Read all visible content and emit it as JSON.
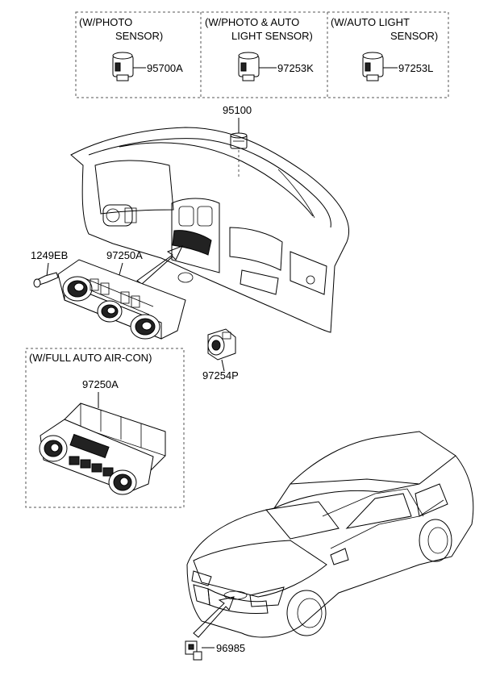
{
  "sensor_options": [
    {
      "condition_line1": "(W/PHOTO",
      "condition_line2": "SENSOR)",
      "part_no": "95700A"
    },
    {
      "condition_line1": "(W/PHOTO & AUTO",
      "condition_line2": "LIGHT SENSOR)",
      "part_no": "97253K"
    },
    {
      "condition_line1": "(W/AUTO LIGHT",
      "condition_line2": "SENSOR)",
      "part_no": "97253L"
    }
  ],
  "parts": {
    "sensor_top": "95100",
    "screw": "1249EB",
    "control_main": "97250A",
    "sensor_side": "97254P",
    "sensor_front": "96985"
  },
  "full_auto_box": {
    "title": "(W/FULL AUTO AIR-CON)",
    "part_no": "97250A"
  }
}
